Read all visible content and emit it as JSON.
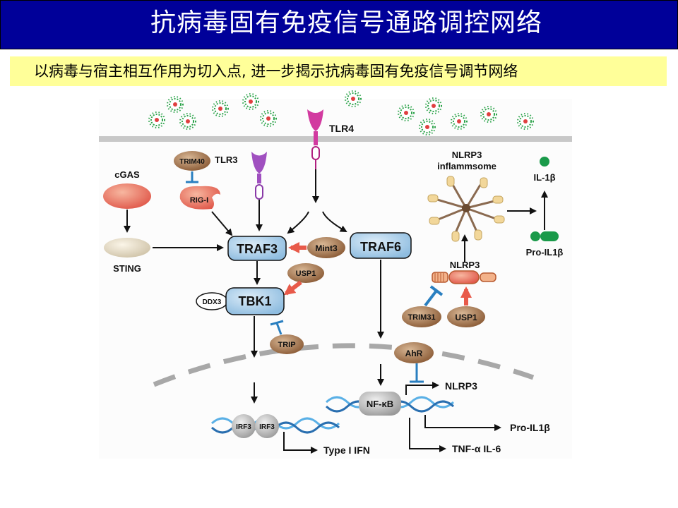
{
  "title": "抗病毒固有免疫信号通路调控网络",
  "subtitle": "以病毒与宿主相互作用为切入点, 进一步揭示抗病毒固有免疫信号调节网络",
  "diagram": {
    "TLR4": "TLR4",
    "TLR3": "TLR3",
    "cGAS": "cGAS",
    "STING": "STING",
    "TRIM40": "TRIM40",
    "RIG_I": "RIG-I",
    "TRAF3": "TRAF3",
    "Mint3": "Mint3",
    "TRAF6": "TRAF6",
    "USP1_a": "USP1",
    "DDX3": "DDX3",
    "TBK1": "TBK1",
    "TRIP": "TRIP",
    "NLRP3_inflammasome_1": "NLRP3",
    "NLRP3_inflammasome_2": "inflammsome",
    "IL1b": "IL-1β",
    "ProIL1b": "Pro-IL1β",
    "NLRP3_mid": "NLRP3",
    "TRIM31": "TRIM31",
    "USP1_b": "USP1",
    "AhR": "AhR",
    "NLRP3_gene": "NLRP3",
    "NFkB": "NF-κB",
    "ProIL1b_gene": "Pro-IL1β",
    "TNF_IL6": "TNF-α  IL-6",
    "IRF3_a": "IRF3",
    "IRF3_b": "IRF3",
    "TypeI_IFN": "Type I IFN"
  },
  "colors": {
    "title_bg": "#000099",
    "subtitle_bg": "#ffff99",
    "node_blue": "#a9cdea",
    "node_brown": "#a5724a",
    "activate_red": "#e85a4a",
    "inhibit_blue": "#2a7fc0"
  }
}
